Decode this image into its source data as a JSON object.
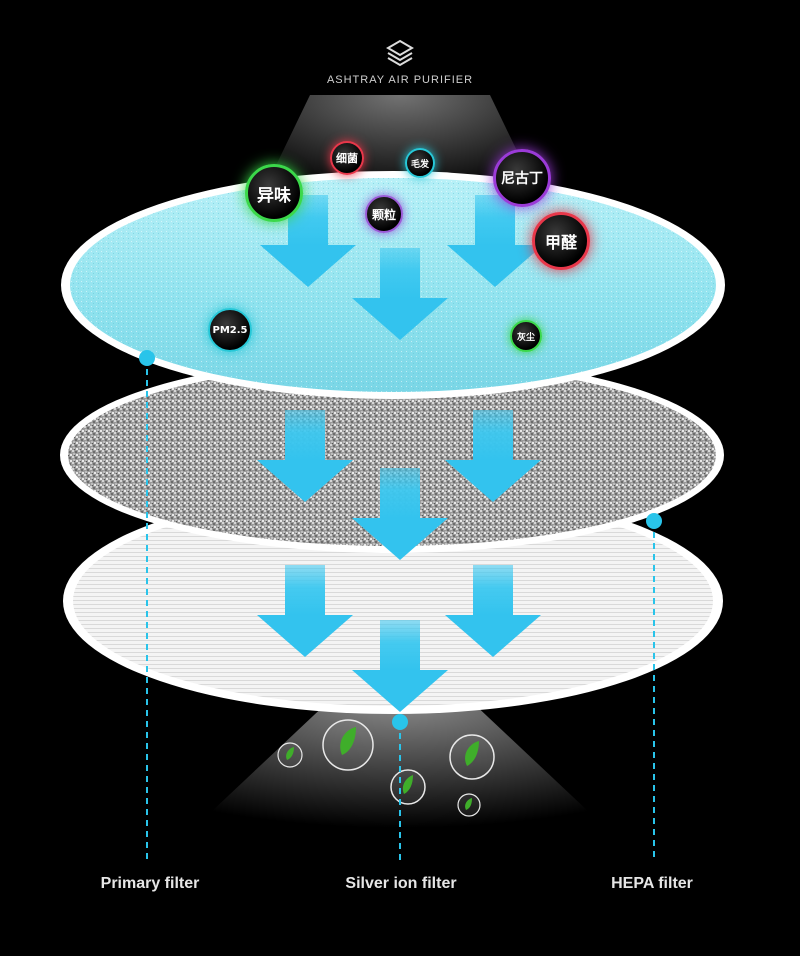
{
  "brand": {
    "name": "ASHTRAY AIR PURIFIER",
    "icon": "layers-icon"
  },
  "pollutants": [
    {
      "text": "异味",
      "color": "#3bd84a"
    },
    {
      "text": "细菌",
      "color": "#e8374a"
    },
    {
      "text": "毛发",
      "color": "#27c8d8"
    },
    {
      "text": "尼古丁",
      "color": "#9b3bd8"
    },
    {
      "text": "颗粒",
      "color": "#9b5bd8"
    },
    {
      "text": "甲醛",
      "color": "#e8374a"
    },
    {
      "text": "PM2.5",
      "color": "#27c8d8"
    },
    {
      "text": "灰尘",
      "color": "#3bd84a"
    }
  ],
  "filters": [
    {
      "label": "Primary filter"
    },
    {
      "label": "Silver ion filter"
    },
    {
      "label": "HEPA filter"
    }
  ],
  "colors": {
    "accent": "#29c4ea",
    "arrow": "#3cc8f0",
    "leaf": "#3fae2a",
    "filter_top": "#8fe2ee"
  }
}
